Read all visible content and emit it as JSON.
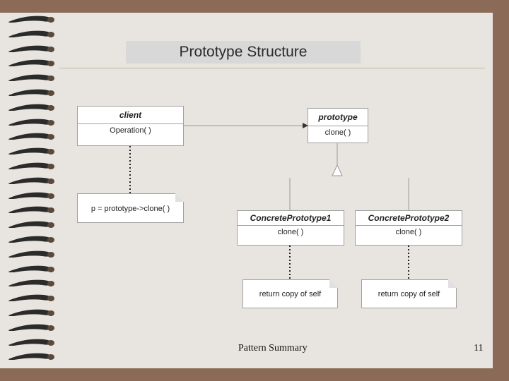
{
  "slide": {
    "title": "Prototype Structure",
    "footer_text": "Pattern Summary",
    "page_number": "11"
  },
  "diagram": {
    "client": {
      "name": "client",
      "operation": "Operation( )"
    },
    "prototype": {
      "name": "prototype",
      "operation": "clone( )"
    },
    "concrete1": {
      "name": "ConcretePrototype1",
      "operation": "clone( )"
    },
    "concrete2": {
      "name": "ConcretePrototype2",
      "operation": "clone( )"
    },
    "notes": {
      "client_note": "p = prototype->clone( )",
      "concrete1_note": "return copy of self",
      "concrete2_note": "return copy of self"
    }
  },
  "colors": {
    "frame": "#8b6b57",
    "slide_background": "#e8e4df",
    "title_band": "#d8d8d8",
    "box_border": "#a0a0a0"
  }
}
